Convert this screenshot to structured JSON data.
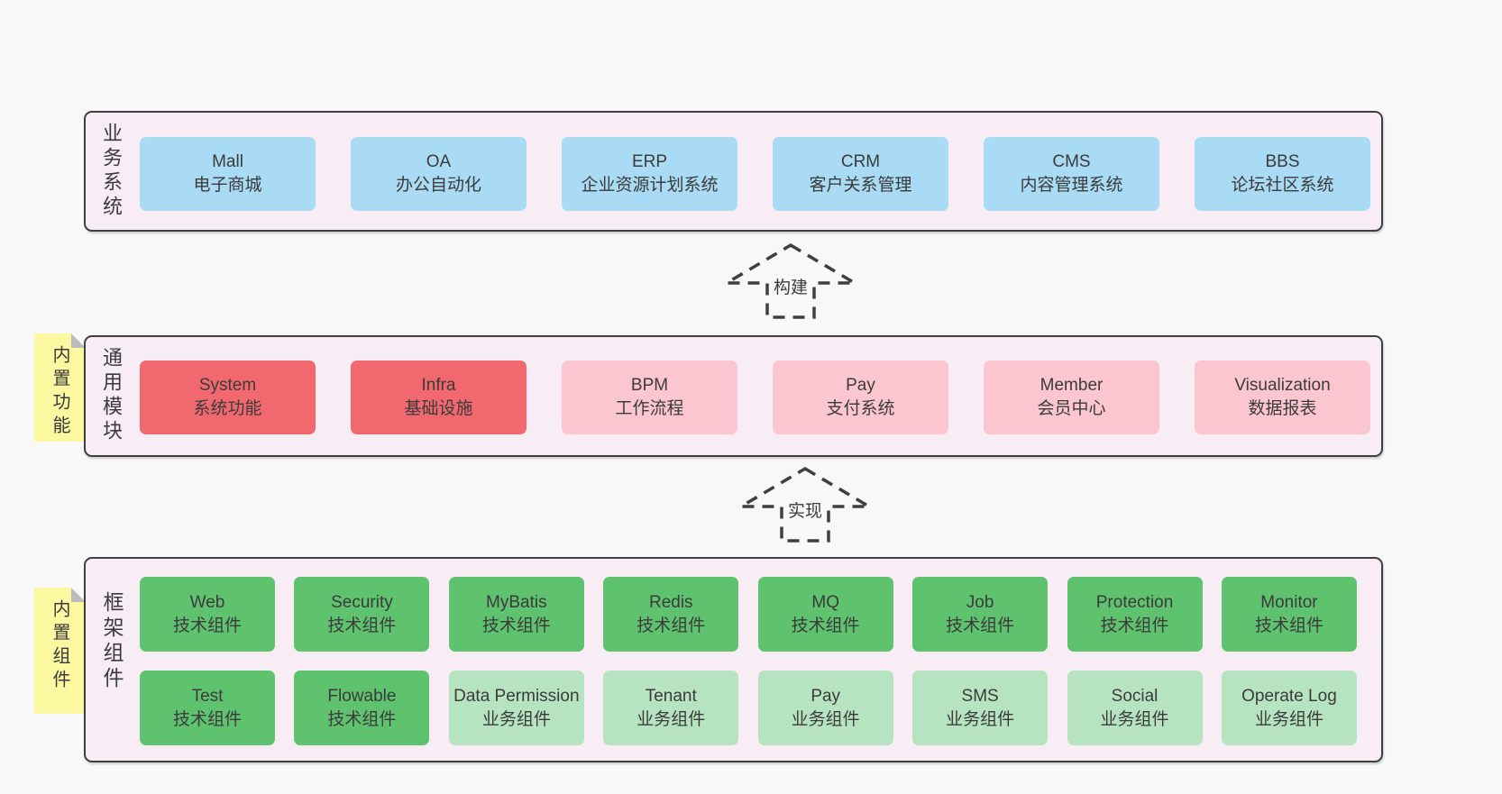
{
  "colors": {
    "page-bg": "#f8f8f8",
    "layer-bg": "#f8edf5",
    "line": "#3f3f3f",
    "text": "#3b3b3b",
    "blue": "#a9dbf5",
    "red": "#f1686f",
    "pink": "#fbc6d0",
    "green": "#5fc26f",
    "lightgreen": "#b7e4c0",
    "yellow": "#fcf7a1",
    "fold": "#bcbcbc"
  },
  "arrows": [
    {
      "label": "构建"
    },
    {
      "label": "实现"
    }
  ],
  "layers": [
    {
      "title": "业务系统",
      "rows": [
        [
          {
            "name": "Mall",
            "desc": "电子商城",
            "variant": "blue"
          },
          {
            "name": "OA",
            "desc": "办公自动化",
            "variant": "blue"
          },
          {
            "name": "ERP",
            "desc": "企业资源计划系统",
            "variant": "blue"
          },
          {
            "name": "CRM",
            "desc": "客户关系管理",
            "variant": "blue"
          },
          {
            "name": "CMS",
            "desc": "内容管理系统",
            "variant": "blue"
          },
          {
            "name": "BBS",
            "desc": "论坛社区系统",
            "variant": "blue"
          }
        ]
      ]
    },
    {
      "title": "通用模块",
      "side_note": "内置功能",
      "rows": [
        [
          {
            "name": "System",
            "desc": "系统功能",
            "variant": "red"
          },
          {
            "name": "Infra",
            "desc": "基础设施",
            "variant": "red"
          },
          {
            "name": "BPM",
            "desc": "工作流程",
            "variant": "pink"
          },
          {
            "name": "Pay",
            "desc": "支付系统",
            "variant": "pink"
          },
          {
            "name": "Member",
            "desc": "会员中心",
            "variant": "pink"
          },
          {
            "name": "Visualization",
            "desc": "数据报表",
            "variant": "pink"
          }
        ]
      ]
    },
    {
      "title": "框架组件",
      "side_note": "内置组件",
      "rows": [
        [
          {
            "name": "Web",
            "desc": "技术组件",
            "variant": "green"
          },
          {
            "name": "Security",
            "desc": "技术组件",
            "variant": "green"
          },
          {
            "name": "MyBatis",
            "desc": "技术组件",
            "variant": "green"
          },
          {
            "name": "Redis",
            "desc": "技术组件",
            "variant": "green"
          },
          {
            "name": "MQ",
            "desc": "技术组件",
            "variant": "green"
          },
          {
            "name": "Job",
            "desc": "技术组件",
            "variant": "green"
          },
          {
            "name": "Protection",
            "desc": "技术组件",
            "variant": "green"
          },
          {
            "name": "Monitor",
            "desc": "技术组件",
            "variant": "green"
          }
        ],
        [
          {
            "name": "Test",
            "desc": "技术组件",
            "variant": "green"
          },
          {
            "name": "Flowable",
            "desc": "技术组件",
            "variant": "green"
          },
          {
            "name": "Data Permission",
            "desc": "业务组件",
            "variant": "lightgreen"
          },
          {
            "name": "Tenant",
            "desc": "业务组件",
            "variant": "lightgreen"
          },
          {
            "name": "Pay",
            "desc": "业务组件",
            "variant": "lightgreen"
          },
          {
            "name": "SMS",
            "desc": "业务组件",
            "variant": "lightgreen"
          },
          {
            "name": "Social",
            "desc": "业务组件",
            "variant": "lightgreen"
          },
          {
            "name": "Operate Log",
            "desc": "业务组件",
            "variant": "lightgreen"
          }
        ]
      ]
    }
  ]
}
